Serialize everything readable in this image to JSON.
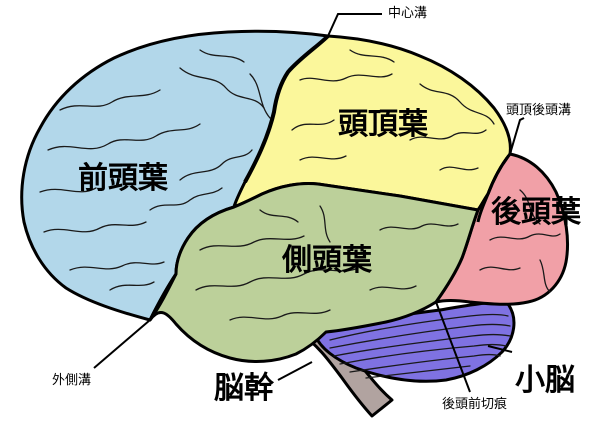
{
  "diagram": {
    "labels": {
      "frontal": "前頭葉",
      "parietal": "頭頂葉",
      "occipital": "後頭葉",
      "temporal": "側頭葉",
      "cerebellum": "小脳",
      "brainstem": "脳幹",
      "central_sulcus": "中心溝",
      "parieto_occipital_sulcus": "頭頂後頭溝",
      "lateral_sulcus": "外側溝",
      "preoccipital_notch": "後頭前切痕"
    },
    "colors": {
      "frontal": "#b2d7ea",
      "parietal": "#fbf79b",
      "occipital": "#f1a0a7",
      "temporal": "#bcd09a",
      "cerebellum": "#7f72e2",
      "brainstem": "#b1a3a0",
      "outline": "#000000"
    }
  }
}
